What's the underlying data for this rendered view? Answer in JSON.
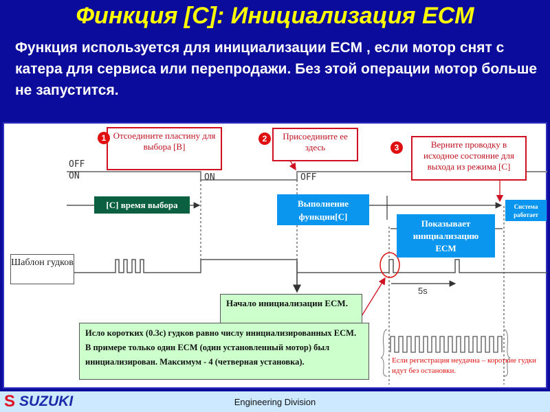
{
  "title": "Финкция [С]: Инициализация ECM",
  "subtitle": "Функция используется для инициализации ECM , если мотор снят с катера для сервиса или перепродажи. Без этой операции мотор больше не запустится.",
  "diagram": {
    "off_label": "OFF",
    "on_label": "ON",
    "on_mid": "ON",
    "off_mid": "OFF",
    "step1": {
      "num": "1",
      "text": "Отсоедините пластину для выбора [B]"
    },
    "step2": {
      "num": "2",
      "text": "Присоедините ее здесь"
    },
    "step3": {
      "num": "3",
      "text": "Верните проводку в исходное состояние для выхода из режима  [C]"
    },
    "select_time": "[C] время выбора",
    "function_exec": "Выполнение функции[C]",
    "system_works": "Система работает",
    "shows_init": "Показывает инициализацию ECM",
    "beep_pattern": "Шаблон гудков",
    "interval": "5s",
    "init_start": "Начало инициализации ECM.",
    "note": "Исло коротких (0.3с) гудков равно числу инициализированных ECM. В примере только один ECM (один установленный мотор) был инициализирован.  Максимум - 4 (четверная установка).",
    "fail_note": "Если регистрация неудачна – короткие гудки идут без остановки."
  },
  "footer": {
    "brand": "SUZUKI",
    "division": "Engineering Division"
  },
  "colors": {
    "background": "#0c0c9c",
    "title": "#ffff00",
    "accent_red": "#d01020",
    "blue_box": "#0a96ee",
    "green_box": "#0a6040"
  }
}
